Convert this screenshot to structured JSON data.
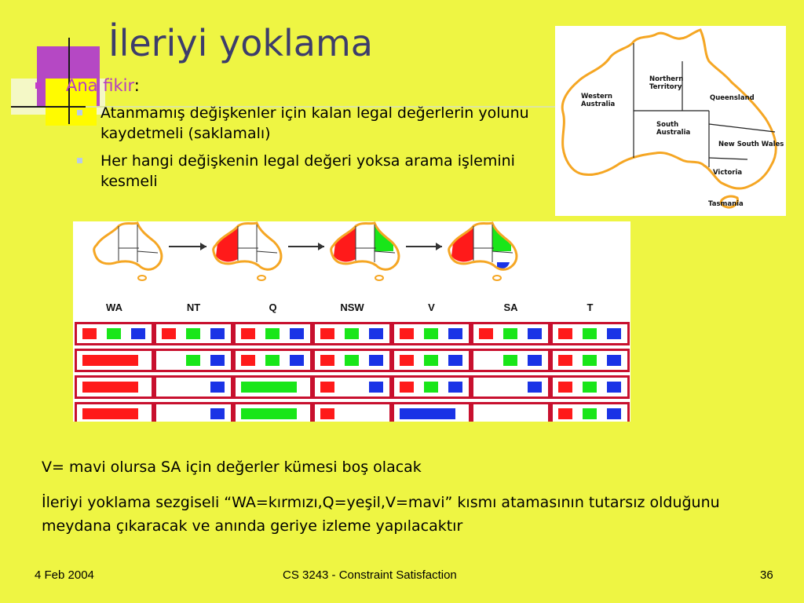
{
  "slide": {
    "title": "İleriyi yoklama",
    "main_bullet": {
      "keyword": "Ana fikir",
      "suffix": ":"
    },
    "sub_bullets": [
      "Atanmamış değişkenler için kalan legal değerlerin yolunu kaydetmeli (saklamalı)",
      "Her hangi değişkenin legal  değeri yoksa arama işlemini kesmeli"
    ],
    "caption_lines": [
      "V= mavi olursa SA için değerler kümesi boş olacak",
      "İleriyi yoklama sezgiseli “WA=kırmızı,Q=yeşil,V=mavi” kısmı atamasının tutarsız olduğunu meydana çıkaracak ve anında geriye izleme yapılacaktır"
    ]
  },
  "map": {
    "regions": [
      "Western Australia",
      "Northern Territory",
      "Queensland",
      "South Australia",
      "New South Wales",
      "Victoria",
      "Tasmania"
    ],
    "labels": {
      "wa1": "Western",
      "wa2": "Australia",
      "nt1": "Northern",
      "nt2": "Territory",
      "q": "Queensland",
      "sa1": "South",
      "sa2": "Australia",
      "nsw": "New South Wales",
      "v": "Victoria",
      "t": "Tasmania"
    },
    "outline_color": "#f5a623"
  },
  "domains_table": {
    "columns": [
      "WA",
      "NT",
      "Q",
      "NSW",
      "V",
      "SA",
      "T"
    ],
    "colors": {
      "red": "#ff1a1a",
      "green": "#19e619",
      "blue": "#1a33e6"
    },
    "rows": [
      [
        [
          "red",
          "green",
          "blue"
        ],
        [
          "red",
          "green",
          "blue"
        ],
        [
          "red",
          "green",
          "blue"
        ],
        [
          "red",
          "green",
          "blue"
        ],
        [
          "red",
          "green",
          "blue"
        ],
        [
          "red",
          "green",
          "blue"
        ],
        [
          "red",
          "green",
          "blue"
        ]
      ],
      [
        [
          "red"
        ],
        [
          "green",
          "blue"
        ],
        [
          "red",
          "green",
          "blue"
        ],
        [
          "red",
          "green",
          "blue"
        ],
        [
          "red",
          "green",
          "blue"
        ],
        [
          "green",
          "blue"
        ],
        [
          "red",
          "green",
          "blue"
        ]
      ],
      [
        [
          "red"
        ],
        [
          "blue"
        ],
        [
          "green"
        ],
        [
          "red",
          "blue"
        ],
        [
          "red",
          "green",
          "blue"
        ],
        [
          "blue"
        ],
        [
          "red",
          "green",
          "blue"
        ]
      ],
      [
        [
          "red"
        ],
        [
          "blue"
        ],
        [
          "green"
        ],
        [
          "red"
        ],
        [
          "blue"
        ],
        [],
        [
          "red",
          "green",
          "blue"
        ]
      ]
    ],
    "map_states": [
      {},
      {
        "WA": "red"
      },
      {
        "WA": "red",
        "Q": "green"
      },
      {
        "WA": "red",
        "Q": "green",
        "V": "blue"
      }
    ]
  },
  "footer": {
    "date": "4 Feb 2004",
    "course": "CS 3243 - Constraint Satisfaction",
    "page": "36"
  }
}
